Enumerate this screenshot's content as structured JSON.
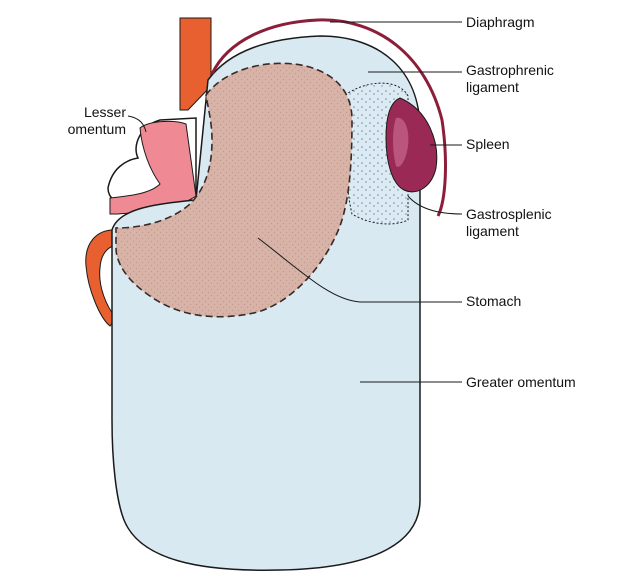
{
  "labels": {
    "diaphragm": "Diaphragm",
    "gastrophrenic_line1": "Gastrophrenic",
    "gastrophrenic_line2": "ligament",
    "spleen": "Spleen",
    "gastrosplenic_line1": "Gastrosplenic",
    "gastrosplenic_line2": "ligament",
    "stomach": "Stomach",
    "greater_omentum": "Greater omentum",
    "lesser_omentum_line1": "Lesser",
    "lesser_omentum_line2": "omentum"
  },
  "colors": {
    "omentum_fill": "#d8e9f2",
    "stomach_fill": "#d7b3a8",
    "artery": "#e8602f",
    "diaphragm": "#8b1f3a",
    "spleen": "#9a2a55",
    "pink_membrane": "#ef8a94",
    "outline": "#1a1a1a"
  }
}
